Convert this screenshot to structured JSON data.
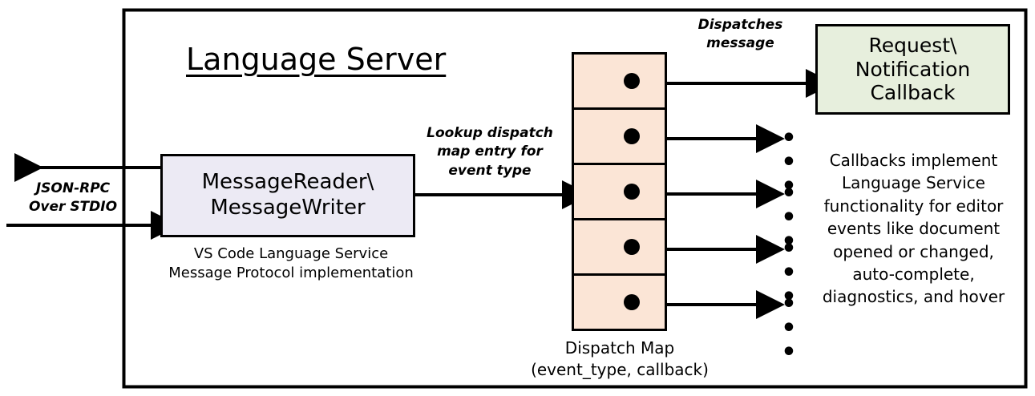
{
  "diagram": {
    "title": "Language Server",
    "external_io": {
      "label": "JSON-RPC\nOver STDIO"
    },
    "message_io": {
      "title": "MessageReader\\\nMessageWriter",
      "caption": "VS Code Language Service\nMessage Protocol implementation",
      "fill_color": "#ECEAF4"
    },
    "lookup_arrow": {
      "label": "Lookup dispatch\nmap entry for\nevent type"
    },
    "dispatch_map": {
      "caption": "Dispatch Map\n(event_type, callback)",
      "fill_color": "#FBE5D6",
      "rows": [
        {
          "id": "row-1",
          "dot": true
        },
        {
          "id": "row-2",
          "dot": true
        },
        {
          "id": "row-3",
          "dot": true
        },
        {
          "id": "row-4",
          "dot": true
        },
        {
          "id": "row-5",
          "dot": true
        }
      ]
    },
    "dispatch_arrow": {
      "label": "Dispatches\nmessage"
    },
    "callback": {
      "title": "Request\\\nNotification\nCallback",
      "caption": "Callbacks implement\nLanguage Service\nfunctionality for editor\nevents like document\nopened or changed,\nauto-complete,\ndiagnostics, and hover",
      "fill_color": "#E7EFDD"
    },
    "ellipses": [
      {
        "id": "ellipsis-1",
        "text": "• • •"
      },
      {
        "id": "ellipsis-2",
        "text": "• • •"
      },
      {
        "id": "ellipsis-3",
        "text": "• • •"
      },
      {
        "id": "ellipsis-4",
        "text": "• • •"
      }
    ],
    "stroke_color": "#000000",
    "background_color": "#FFFFFF"
  }
}
